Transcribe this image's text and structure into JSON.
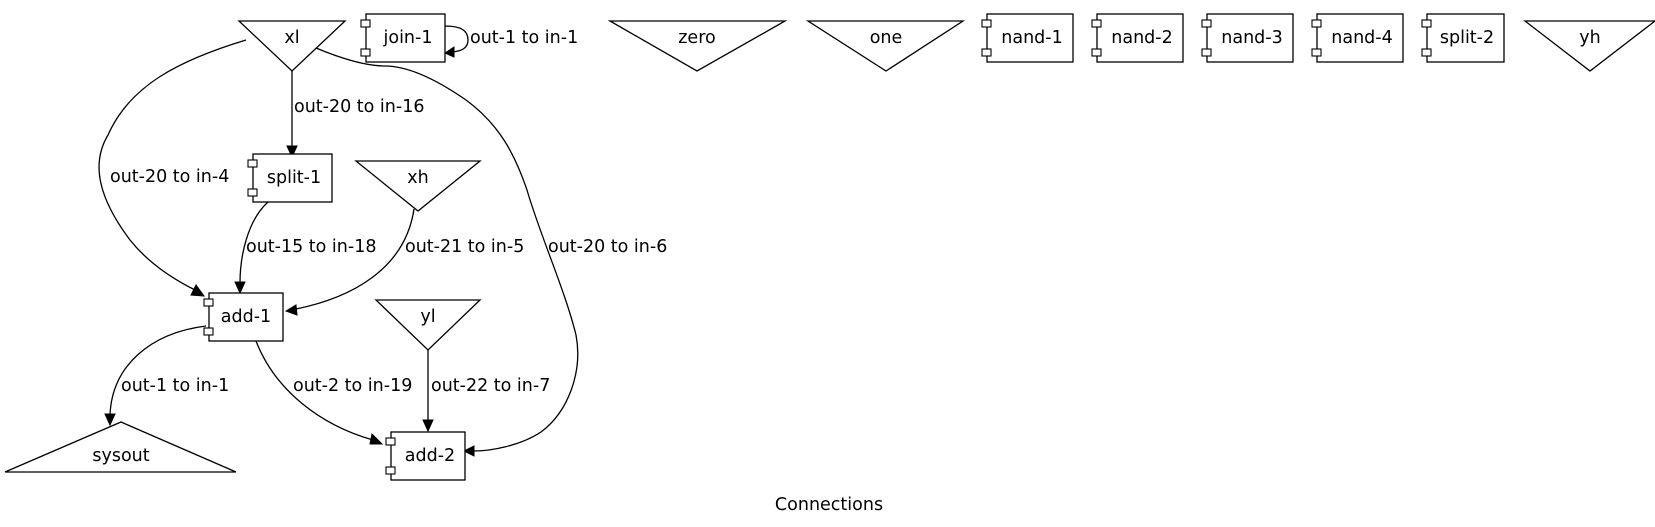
{
  "title": "Connections",
  "nodes": {
    "xl": {
      "label": "xl",
      "kind": "input"
    },
    "join1": {
      "label": "join-1",
      "kind": "component"
    },
    "zero": {
      "label": "zero",
      "kind": "input"
    },
    "one": {
      "label": "one",
      "kind": "input"
    },
    "nand1": {
      "label": "nand-1",
      "kind": "component"
    },
    "nand2": {
      "label": "nand-2",
      "kind": "component"
    },
    "nand3": {
      "label": "nand-3",
      "kind": "component"
    },
    "nand4": {
      "label": "nand-4",
      "kind": "component"
    },
    "split2": {
      "label": "split-2",
      "kind": "component"
    },
    "yh": {
      "label": "yh",
      "kind": "input"
    },
    "split1": {
      "label": "split-1",
      "kind": "component"
    },
    "xh": {
      "label": "xh",
      "kind": "input"
    },
    "add1": {
      "label": "add-1",
      "kind": "component"
    },
    "yl": {
      "label": "yl",
      "kind": "input"
    },
    "sysout": {
      "label": "sysout",
      "kind": "output"
    },
    "add2": {
      "label": "add-2",
      "kind": "component"
    }
  },
  "edges": {
    "join1_join1": {
      "from": "join-1",
      "to": "join-1",
      "label": "out-1 to in-1"
    },
    "xl_split1": {
      "from": "xl",
      "to": "split-1",
      "label": "out-20 to in-16"
    },
    "xl_add1": {
      "from": "xl",
      "to": "add-1",
      "label": "out-20 to in-4"
    },
    "xl_add2": {
      "from": "xl",
      "to": "add-2",
      "label": "out-20 to in-6"
    },
    "split1_add1": {
      "from": "split-1",
      "to": "add-1",
      "label": "out-15 to in-18"
    },
    "xh_add1": {
      "from": "xh",
      "to": "add-1",
      "label": "out-21 to in-5"
    },
    "add1_sysout": {
      "from": "add-1",
      "to": "sysout",
      "label": "out-1 to in-1"
    },
    "add1_add2": {
      "from": "add-1",
      "to": "add-2",
      "label": "out-2 to in-19"
    },
    "yl_add2": {
      "from": "yl",
      "to": "add-2",
      "label": "out-22 to in-7"
    }
  }
}
